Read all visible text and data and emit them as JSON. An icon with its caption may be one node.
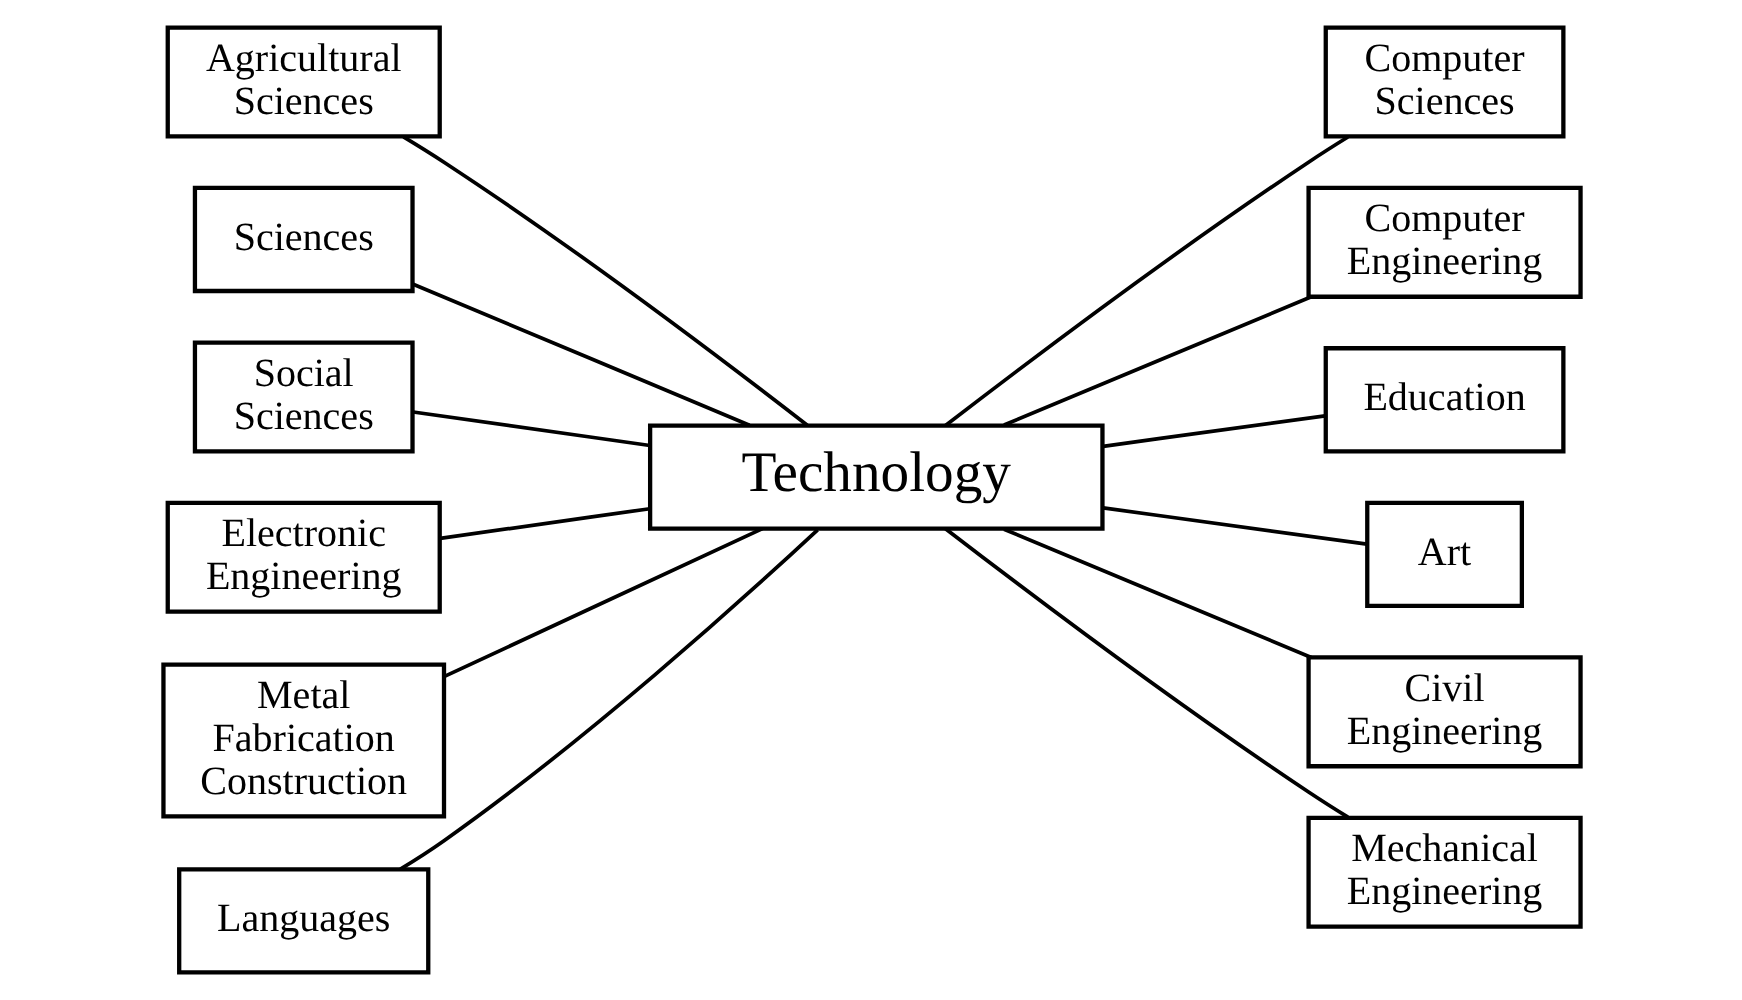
{
  "diagram": {
    "nodes": [
      {
        "text": [
          "Technology"
        ]
      },
      {
        "text": [
          "Agricultural Sciences"
        ]
      },
      {
        "text": [
          "Sciences"
        ]
      },
      {
        "text": [
          "Social Sciences"
        ]
      },
      {
        "text": [
          "Electronic Engineering"
        ]
      },
      {
        "text": [
          "Metal Fabrication Construction"
        ]
      },
      {
        "text": [
          "Languages"
        ]
      },
      {
        "text": [
          "Computer Sciences"
        ]
      },
      {
        "text": [
          "Computer Engineering"
        ]
      },
      {
        "text": [
          "Education"
        ]
      },
      {
        "text": [
          "Art"
        ]
      },
      {
        "text": [
          "Civil Engineering"
        ]
      },
      {
        "text": [
          "Mechanical Engineering"
        ]
      }
    ],
    "edges": [
      {
        "from": 0,
        "to": 1,
        "arrow": "none"
      },
      {
        "from": 0,
        "to": 2,
        "arrow": "none"
      },
      {
        "from": 0,
        "to": 3,
        "arrow": "none"
      },
      {
        "from": 0,
        "to": 4,
        "arrow": "none"
      },
      {
        "from": 0,
        "to": 5,
        "arrow": "none"
      },
      {
        "from": 0,
        "to": 6,
        "arrow": "none"
      },
      {
        "from": 0,
        "to": 7,
        "arrow": "none"
      },
      {
        "from": 0,
        "to": 8,
        "arrow": "none"
      },
      {
        "from": 0,
        "to": 9,
        "arrow": "none"
      },
      {
        "from": 0,
        "to": 10,
        "arrow": "none"
      },
      {
        "from": 0,
        "to": 11,
        "arrow": "none"
      },
      {
        "from": 0,
        "to": 12,
        "arrow": "none"
      }
    ]
  }
}
